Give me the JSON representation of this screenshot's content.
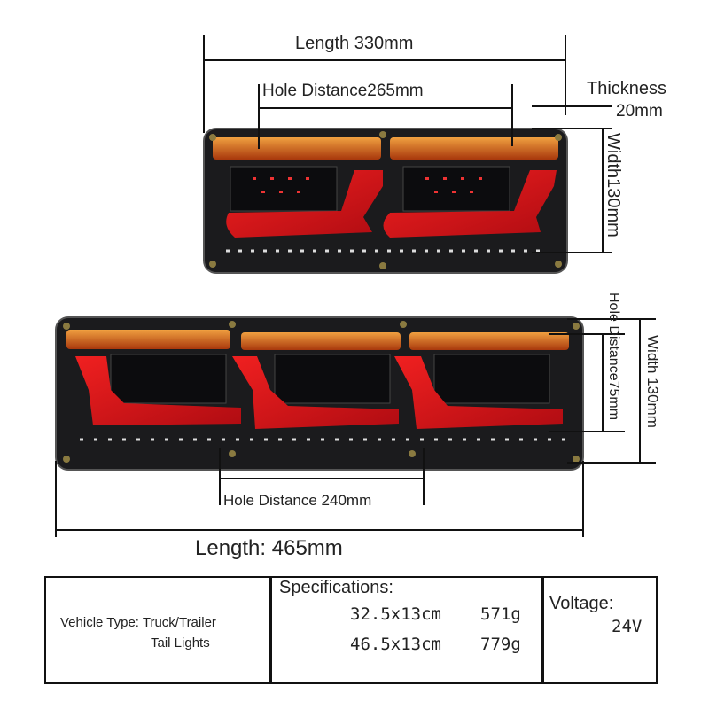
{
  "small_light": {
    "length_label": "Length 330mm",
    "hole_distance_label": "Hole Distance265mm",
    "thickness_label": "Thickness",
    "thickness_value": "20mm",
    "width_label": "Width130mm"
  },
  "large_light": {
    "length_label": "Length: 465mm",
    "hole_distance_label": "Hole Distance 240mm",
    "vertical_hole_distance_label": "Hole Distance75mm",
    "width_label": "Width 130mm"
  },
  "spec_table": {
    "vehicle_type_line1": "Vehicle Type: Truck/Trailer",
    "vehicle_type_line2": "Tail Lights",
    "specifications_title": "Specifications:",
    "spec_rows": [
      {
        "size": "32.5x13cm",
        "weight": "571g"
      },
      {
        "size": "46.5x13cm",
        "weight": "779g"
      }
    ],
    "voltage_title": "Voltage:",
    "voltage_value": "24V"
  },
  "colors": {
    "housing": "#1a1a1a",
    "red": "#d8121b",
    "amber": "#e07a1a"
  }
}
